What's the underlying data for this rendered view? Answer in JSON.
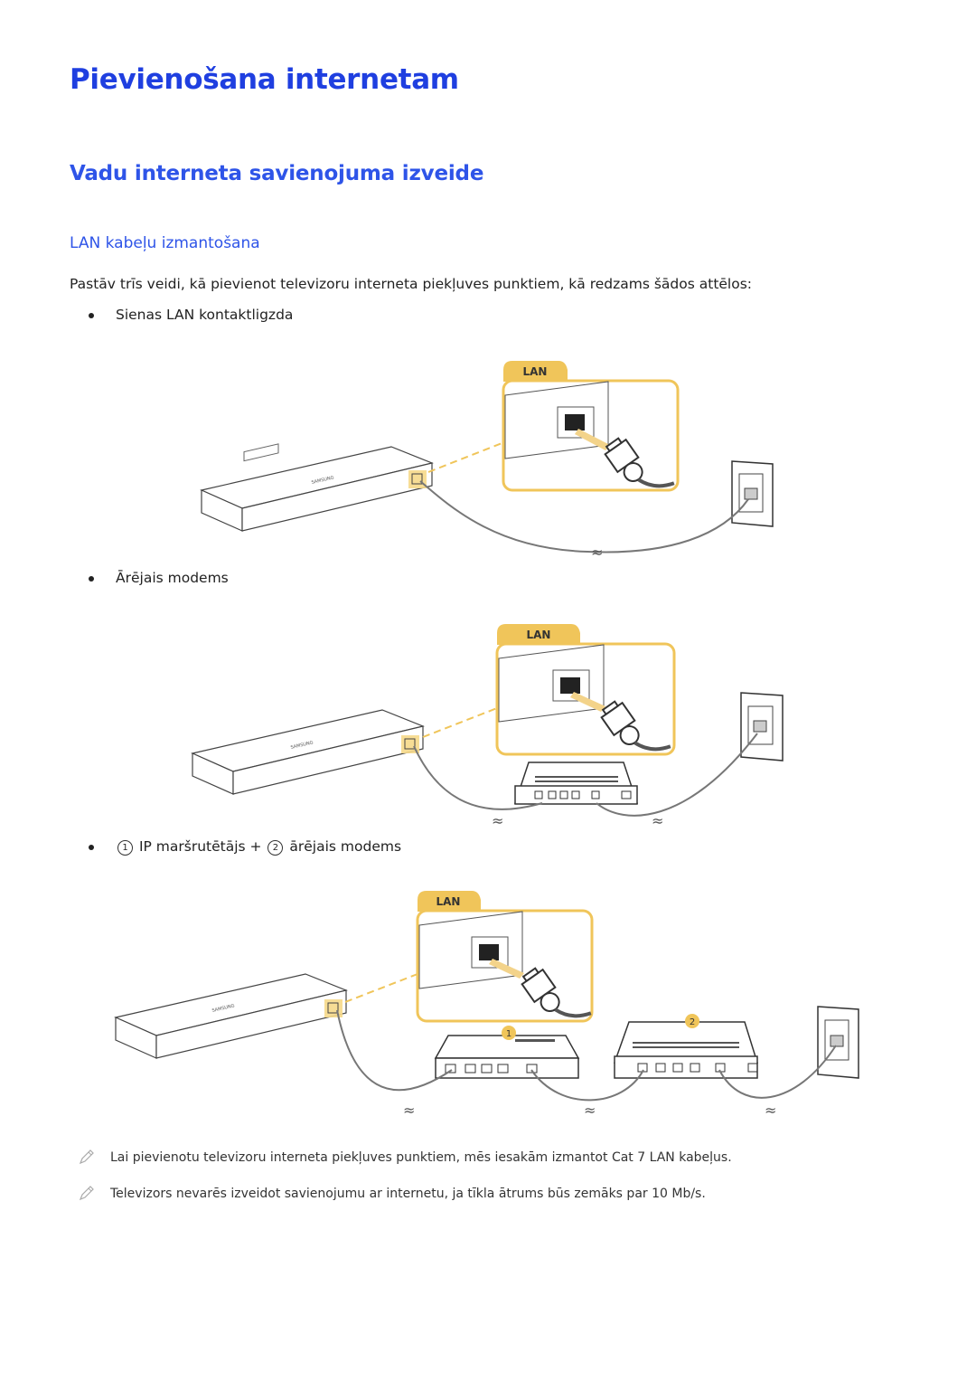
{
  "title": "Pievienošana internetam",
  "section_title": "Vadu interneta savienojuma izveide",
  "subsection_title": "LAN kabeļu izmantošana",
  "intro": "Pastāv trīs veidi, kā pievienot televizoru interneta piekļuves punktiem, kā redzams šādos attēlos:",
  "bullets": [
    {
      "text": "Sienas LAN kontaktligzda"
    },
    {
      "text": "Ārējais modems"
    },
    {
      "n1": "1",
      "part1": "IP maršrutētājs +",
      "n2": "2",
      "part2": "ārējais modems"
    }
  ],
  "diagram_labels": {
    "lan": "LAN",
    "device_brand": "SAMSUNG",
    "router_number": "1",
    "modem_number": "2"
  },
  "notes": [
    "Lai pievienotu televizoru interneta piekļuves punktiem, mēs iesakām izmantot Cat 7 LAN kabeļus.",
    "Televizors nevarēs izveidot savienojumu ar internetu, ja tīkla ātrums būs zemāks par 10 Mb/s."
  ],
  "colors": {
    "heading": "#1f3fe0",
    "accent": "#f0c55a"
  }
}
